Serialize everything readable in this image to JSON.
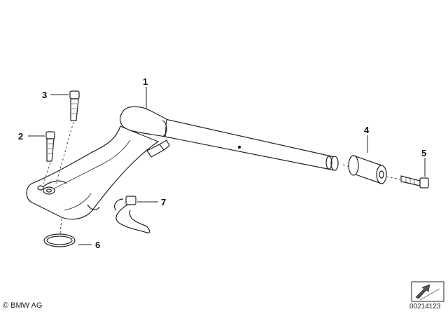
{
  "callouts": [
    "1",
    "2",
    "3",
    "4",
    "5",
    "6",
    "7"
  ],
  "footer": {
    "copyright": "© BMW AG",
    "diagram_id": "00214123"
  }
}
